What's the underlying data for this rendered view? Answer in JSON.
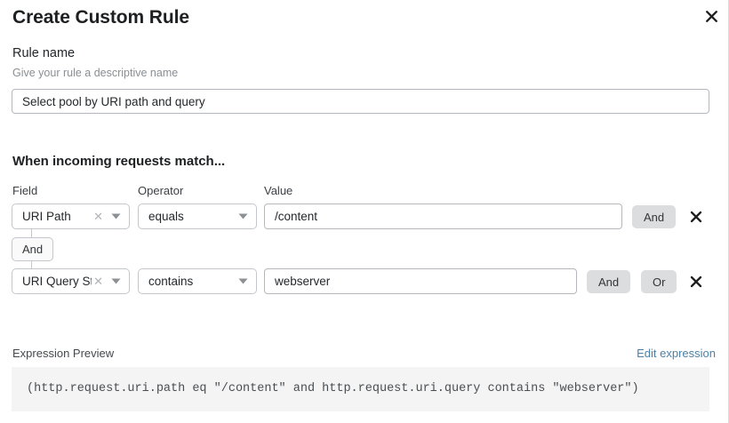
{
  "modal": {
    "title": "Create Custom Rule",
    "close_icon": "close-icon"
  },
  "rule_name": {
    "label": "Rule name",
    "help": "Give your rule a descriptive name",
    "value": "Select pool by URI path and query",
    "placeholder": ""
  },
  "match_section": {
    "heading": "When incoming requests match...",
    "columns": {
      "field": "Field",
      "operator": "Operator",
      "value": "Value"
    },
    "connector": {
      "label": "And"
    },
    "rows": [
      {
        "field": "URI Path",
        "field_clear_icon": "clear-icon",
        "field_caret_icon": "chevron-down-icon",
        "operator": "equals",
        "operator_caret_icon": "chevron-down-icon",
        "value": "/content",
        "and_label": "And",
        "remove_icon": "close-icon"
      },
      {
        "field": "URI Query St...",
        "field_clear_icon": "clear-icon",
        "field_caret_icon": "chevron-down-icon",
        "operator": "contains",
        "operator_caret_icon": "chevron-down-icon",
        "value": "webserver",
        "and_label": "And",
        "or_label": "Or",
        "remove_icon": "close-icon"
      }
    ]
  },
  "expression": {
    "label": "Expression Preview",
    "edit_link": "Edit expression",
    "code": "(http.request.uri.path eq \"/content\" and http.request.uri.query contains \"webserver\")"
  },
  "colors": {
    "accent_link": "#4d82a8",
    "pill_bg": "#dcdddf",
    "code_bg": "#f4f4f4",
    "border": "#c3c7cb",
    "text": "#25282b",
    "muted_text": "#8a8f94"
  }
}
